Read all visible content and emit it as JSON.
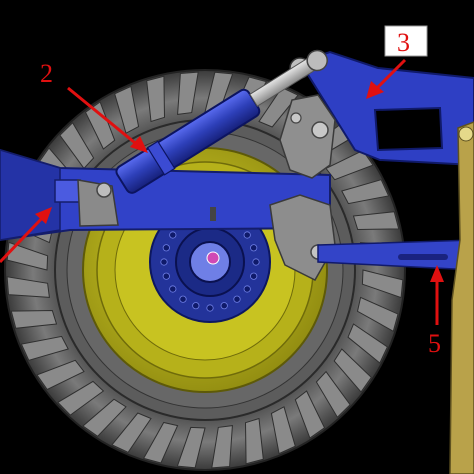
{
  "diagram": {
    "callouts": [
      {
        "id": "2",
        "label": "2",
        "color": "#e01010"
      },
      {
        "id": "3",
        "label": "3",
        "color": "#e01010"
      },
      {
        "id": "5",
        "label": "5",
        "color": "#e01010"
      }
    ],
    "colors": {
      "background": "#000000",
      "tire": "#6e6e6e",
      "tire_dark": "#3c3c3c",
      "rim_outer": "#c9c419",
      "rim_inner": "#a8a315",
      "hub_blue": "#25379a",
      "frame_blue": "#3041c9",
      "frame_blue_dark": "#1f2b8a",
      "bracket_gray": "#8f8f8f",
      "blade_khaki": "#b9a24a",
      "arrow_red": "#e01010",
      "label_box": "#ffffff"
    }
  }
}
